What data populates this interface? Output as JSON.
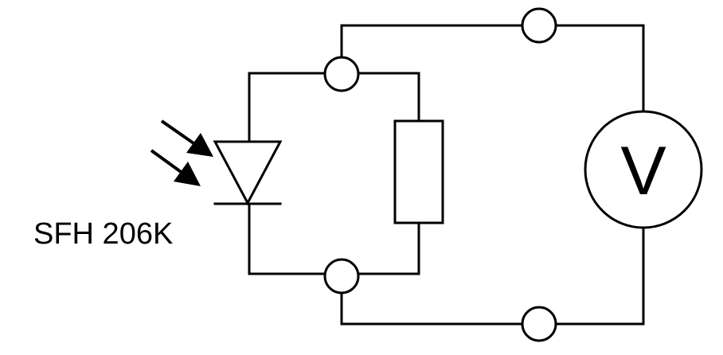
{
  "diagram": {
    "type": "circuit-schematic",
    "components": {
      "photodiode": {
        "label": "SFH 206K",
        "icon": "photodiode-symbol"
      },
      "resistor": {
        "icon": "resistor-symbol"
      },
      "voltmeter": {
        "symbol_letter": "V",
        "icon": "voltmeter-symbol"
      }
    },
    "light_arrows": {
      "count": 2,
      "icon": "incident-light-arrow"
    },
    "terminals": {
      "count": 4,
      "icon": "open-circle-terminal"
    },
    "colors": {
      "stroke": "#000000",
      "background": "#ffffff"
    }
  }
}
